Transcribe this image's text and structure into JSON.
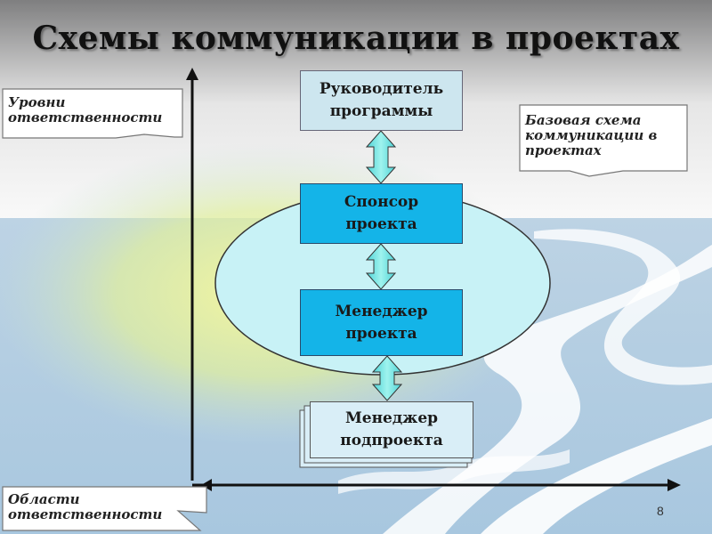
{
  "title": "Схемы коммуникации в проектах",
  "callouts": {
    "levels": "Уровни\nответственности",
    "base_scheme": "Базовая схема\nкоммуникации в\nпроектах",
    "areas": "Области\nответственности"
  },
  "nodes": {
    "program_manager": "Руководитель\nпрограммы",
    "sponsor": "Спонсор\nпроекта",
    "project_manager": "Менеджер\nпроекта",
    "subproject_manager": "Менеджер\nподпроекта"
  },
  "page_number": "8",
  "colors": {
    "box_light": "#cde6ef",
    "box_cyan": "#14b4e8",
    "ellipse": "#c8f2f6",
    "arrow": "#66e0e0",
    "sky": "#b9d3e6",
    "glow": "#f0f294"
  }
}
